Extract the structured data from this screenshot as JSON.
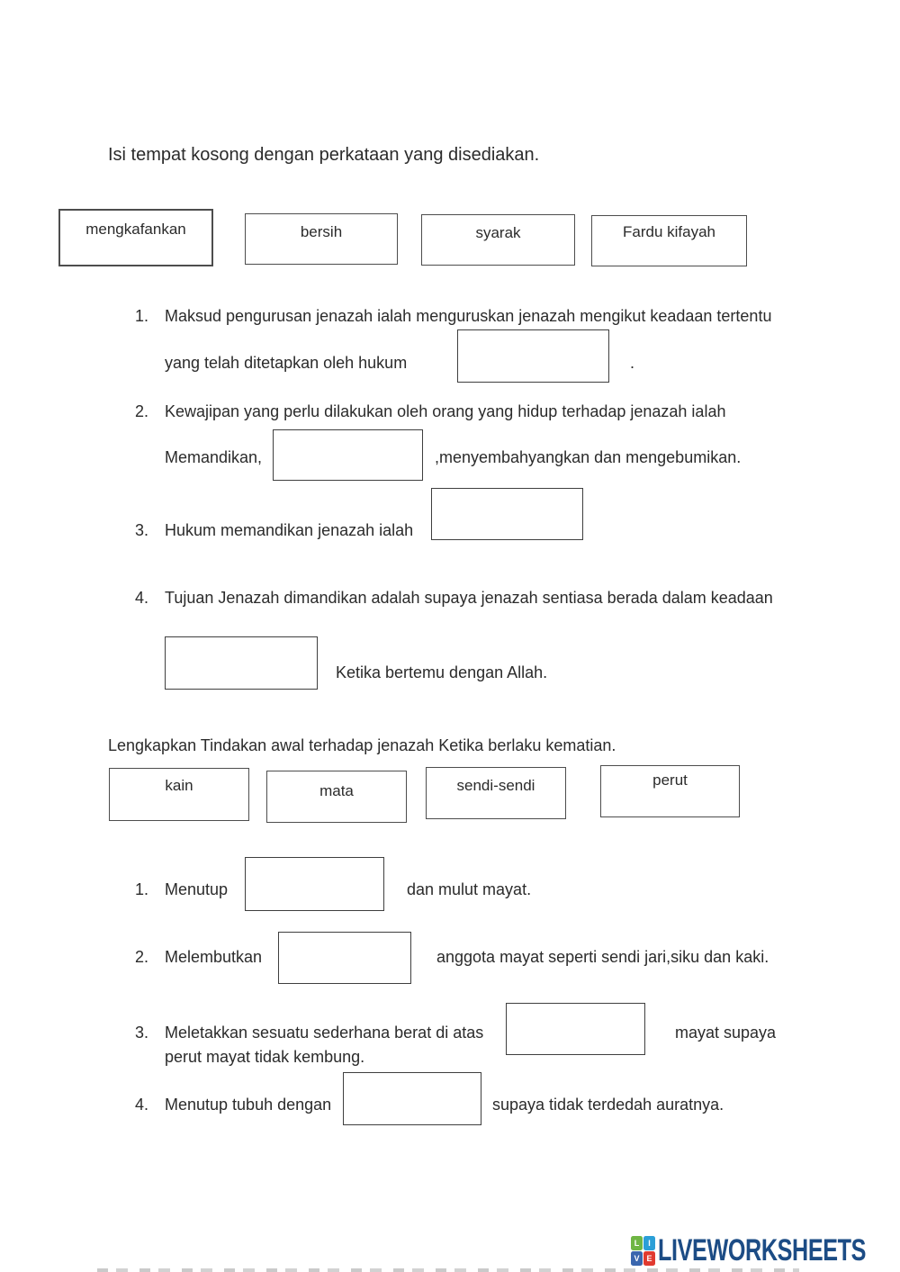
{
  "instructions": {
    "section1": "Isi tempat kosong dengan perkataan yang disediakan.",
    "section2": "Lengkapkan Tindakan awal terhadap jenazah Ketika berlaku kematian."
  },
  "word_bank_1": [
    "mengkafankan",
    "bersih",
    "syarak",
    "Fardu kifayah"
  ],
  "word_bank_2": [
    "kain",
    "mata",
    "sendi-sendi",
    "perut"
  ],
  "section1": {
    "q1": {
      "num": "1.",
      "line1": "Maksud pengurusan jenazah ialah menguruskan jenazah mengikut keadaan tertentu",
      "line2_before_blank": "yang telah ditetapkan oleh hukum",
      "after_blank": "."
    },
    "q2": {
      "num": "2.",
      "line1": "Kewajipan yang perlu dilakukan oleh orang yang hidup terhadap jenazah ialah",
      "line2_before_blank": "Memandikan,",
      "after_blank": ",menyembahyangkan dan mengebumikan."
    },
    "q3": {
      "num": "3.",
      "before_blank": "Hukum memandikan jenazah ialah"
    },
    "q4": {
      "num": "4.",
      "line1": "Tujuan Jenazah dimandikan adalah supaya jenazah sentiasa berada dalam keadaan",
      "after_blank": "Ketika bertemu dengan Allah."
    }
  },
  "section2": {
    "q1": {
      "num": "1.",
      "before_blank": "Menutup",
      "after_blank": "dan mulut mayat."
    },
    "q2": {
      "num": "2.",
      "before_blank": "Melembutkan",
      "after_blank": "anggota mayat seperti sendi jari,siku dan kaki."
    },
    "q3": {
      "num": "3.",
      "before_blank": "Meletakkan sesuatu sederhana berat di atas",
      "after_blank": "mayat supaya",
      "line2": "perut mayat tidak kembung."
    },
    "q4": {
      "num": "4.",
      "before_blank": "Menutup tubuh dengan",
      "after_blank": "supaya tidak terdedah auratnya."
    }
  },
  "answer_blanks": {
    "value": ""
  },
  "footer": {
    "logo_text": "LIVEWORKSHEETS",
    "wordmark_color": "#1c4c85",
    "logo_squares": [
      {
        "letter": "L",
        "color": "#6fb644"
      },
      {
        "letter": "I",
        "color": "#2b9fd7"
      },
      {
        "letter": "V",
        "color": "#3a66ae"
      },
      {
        "letter": "E",
        "color": "#e13a30"
      }
    ]
  }
}
